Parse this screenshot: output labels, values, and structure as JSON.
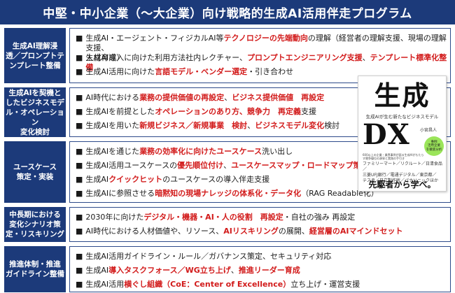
{
  "title": "中堅・中小企業（〜大企業）向け戦略的生成AI活用伴走プログラム",
  "colors": {
    "navy": "#1c3a7a",
    "accent_red": "#d21b1b"
  },
  "bullet": "■",
  "sections": [
    {
      "label": "生成AI理解浸\n透／プロンプトテ\nンプレート整備",
      "items": [
        [
          {
            "t": "生成AI・エージェント・フィジカルAI等"
          },
          {
            "t": "テクノロジーの先端動向",
            "red": true
          },
          {
            "t": "の理解（経営者の理解支援、現場の理解支援、\n人材育成）"
          }
        ],
        [
          {
            "t": "生成AI導入に向けた利用方法社内レクチャー、"
          },
          {
            "t": "プロンプトエンジニアリング支援",
            "red": true
          },
          {
            "t": "、"
          },
          {
            "t": "テンプレート標準化整備",
            "red": true
          }
        ],
        [
          {
            "t": "生成AI活用に向けた"
          },
          {
            "t": "言語モデル・ベンダー選定",
            "red": true
          },
          {
            "t": "・引き合わせ"
          }
        ]
      ]
    },
    {
      "label": "生成AIを契機と\nしたビジネスモデ\nル・オペレーション\n変化検討",
      "items": [
        [
          {
            "t": "AI時代における"
          },
          {
            "t": "業務の提供価値の再設定",
            "red": true
          },
          {
            "t": "、"
          },
          {
            "t": "ビジネス提供価値　再設定",
            "red": true
          }
        ],
        [
          {
            "t": "生成AIを前提とした"
          },
          {
            "t": "オペレーションのあり方、競争力　再定義",
            "red": true
          },
          {
            "t": "支援"
          }
        ],
        [
          {
            "t": "生成AIを用いた"
          },
          {
            "t": "新規ビジネス／新規事業　検討",
            "red": true
          },
          {
            "t": "、"
          },
          {
            "t": "ビジネスモデル変化",
            "red": true
          },
          {
            "t": "検討"
          }
        ]
      ]
    },
    {
      "label": "ユースケース\n策定・実装",
      "items": [
        [
          {
            "t": "生成AIを通じた"
          },
          {
            "t": "業務の効率化に向けたユースケース",
            "red": true
          },
          {
            "t": "洗い出し"
          }
        ],
        [
          {
            "t": "生成AI活用ユースケースの"
          },
          {
            "t": "優先順位付け",
            "red": true
          },
          {
            "t": "、"
          },
          {
            "t": "ユースケースマップ・ロードマップ策定",
            "red": true
          }
        ],
        [
          {
            "t": "生成AI"
          },
          {
            "t": "クイックヒット",
            "red": true
          },
          {
            "t": "のユースケースの導入伴走支援"
          }
        ],
        [
          {
            "t": "生成AIに参照させる"
          },
          {
            "t": "暗黙知の現場ナレッジの体系化・データ化",
            "red": true
          },
          {
            "t": "（RAG Readable化）"
          }
        ]
      ]
    },
    {
      "label": "中長期における\n変化シナリオ策\n定・リスキリング",
      "items": [
        [
          {
            "t": "2030年に向けた"
          },
          {
            "t": "デジタル・機器・AI・人の役割　再設定",
            "red": true
          },
          {
            "t": "・自社の強み 再設定"
          }
        ],
        [
          {
            "t": "AI時代における人材価値や、リソース、"
          },
          {
            "t": "AIリスキリング",
            "red": true
          },
          {
            "t": "の展開、"
          },
          {
            "t": "経営層のAIマインドセット",
            "red": true
          }
        ]
      ]
    },
    {
      "label": "推進体制・推進\nガイドライン整備",
      "items": [
        [
          {
            "t": "生成AI活用ガイドライン・ルール／ガバナンス策定、セキュリティ対応"
          }
        ],
        [
          {
            "t": "生成AI"
          },
          {
            "t": "導入タスクフォース／WG立ち上げ",
            "red": true
          },
          {
            "t": "、"
          },
          {
            "t": "推進リーダー育成",
            "red": true
          }
        ],
        [
          {
            "t": "生成AI活用"
          },
          {
            "t": "横ぐし組織（CoE：Center of Excellence）",
            "red": true
          },
          {
            "t": "立ち上げ・運営支援"
          }
        ]
      ]
    }
  ],
  "book": {
    "title_top": "生成",
    "subtitle": "生成AIが生む新たなビジネスモデル",
    "title_bottom": "DX",
    "author": "小宮昌人",
    "badge": "事例\n活用企業\nを徹底分析",
    "small_text": "600以上の企業・業界事例が語る生成AIがもたらす競争優位の源泉と実践の手引き",
    "companies": "ファミリーマート／リクルート／日清食品／\n三菱UFJ銀行／電通デジタル／東京都／\nテスラ／日立製作所／パナソニックほか",
    "footer": "先駆者から学べ。"
  }
}
